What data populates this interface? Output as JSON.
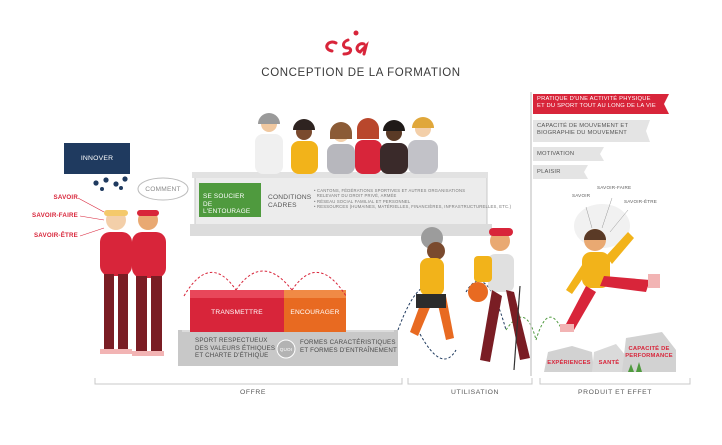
{
  "header": {
    "logo_text": "esa",
    "title": "CONCEPTION DE LA FORMATION"
  },
  "left": {
    "innover": "INNOVER",
    "comment": "COMMENT",
    "competences": [
      "SAVOIR",
      "SAVOIR-FAIRE",
      "SAVOIR-ÊTRE"
    ]
  },
  "stage": {
    "soucier": "SE SOUCIER\nDE L'ENTOURAGE",
    "conditions": "CONDITIONS\nCADRES",
    "conditions_list": [
      "• CANTONS, FÉDÉRATIONS SPORTIVES ET AUTRES ORGANISATIONS",
      "  RELEVANT DU DROIT PRIVÉ, ARMÉE",
      "• RÉSEAU SOCIAL FAMILIAL ET PERSONNEL",
      "• RESSOURCES (HUMAINES, MATÉRIELLES, FINANCIÈRES, INFRASTRUCTURELLES, ETC.)"
    ]
  },
  "blocks": {
    "transmettre": "TRANSMETTRE",
    "encourager": "ENCOURAGER",
    "valeurs": "SPORT RESPECTUEUX\nDES VALEURS ÉTHIQUES\nET CHARTE D'ÉTHIQUE",
    "quoi": "QUOI",
    "formes": "FORMES CARACTÉRISTIQUES\nET FORMES D'ENTRAÎNEMENT"
  },
  "flag": {
    "pratique": "PRATIQUE D'UNE ACTIVITÉ PHYSIQUE\nET DU SPORT TOUT AU LONG DE LA VIE",
    "capacite": "CAPACITÉ DE MOUVEMENT ET\nBIOGRAPHIE DU MOUVEMENT",
    "motivation": "MOTIVATION",
    "plaisir": "PLAISIR"
  },
  "jumper": {
    "savoir": "SAVOIR",
    "savoir_faire": "SAVOIR-FAIRE",
    "savoir_etre": "SAVOIR-ÊTRE"
  },
  "outcomes": {
    "experiences": "EXPÉRIENCES",
    "sante": "SANTÉ",
    "performance": "CAPACITÉ DE\nPERFORMANCE"
  },
  "sections": {
    "offre": "OFFRE",
    "utilisation": "UTILISATION",
    "produit": "PRODUIT ET EFFET"
  },
  "colors": {
    "red": "#d8253a",
    "navy": "#1f3a5f",
    "green": "#4f9a3e",
    "orange": "#e86a21",
    "grey": "#d9d9d9"
  }
}
